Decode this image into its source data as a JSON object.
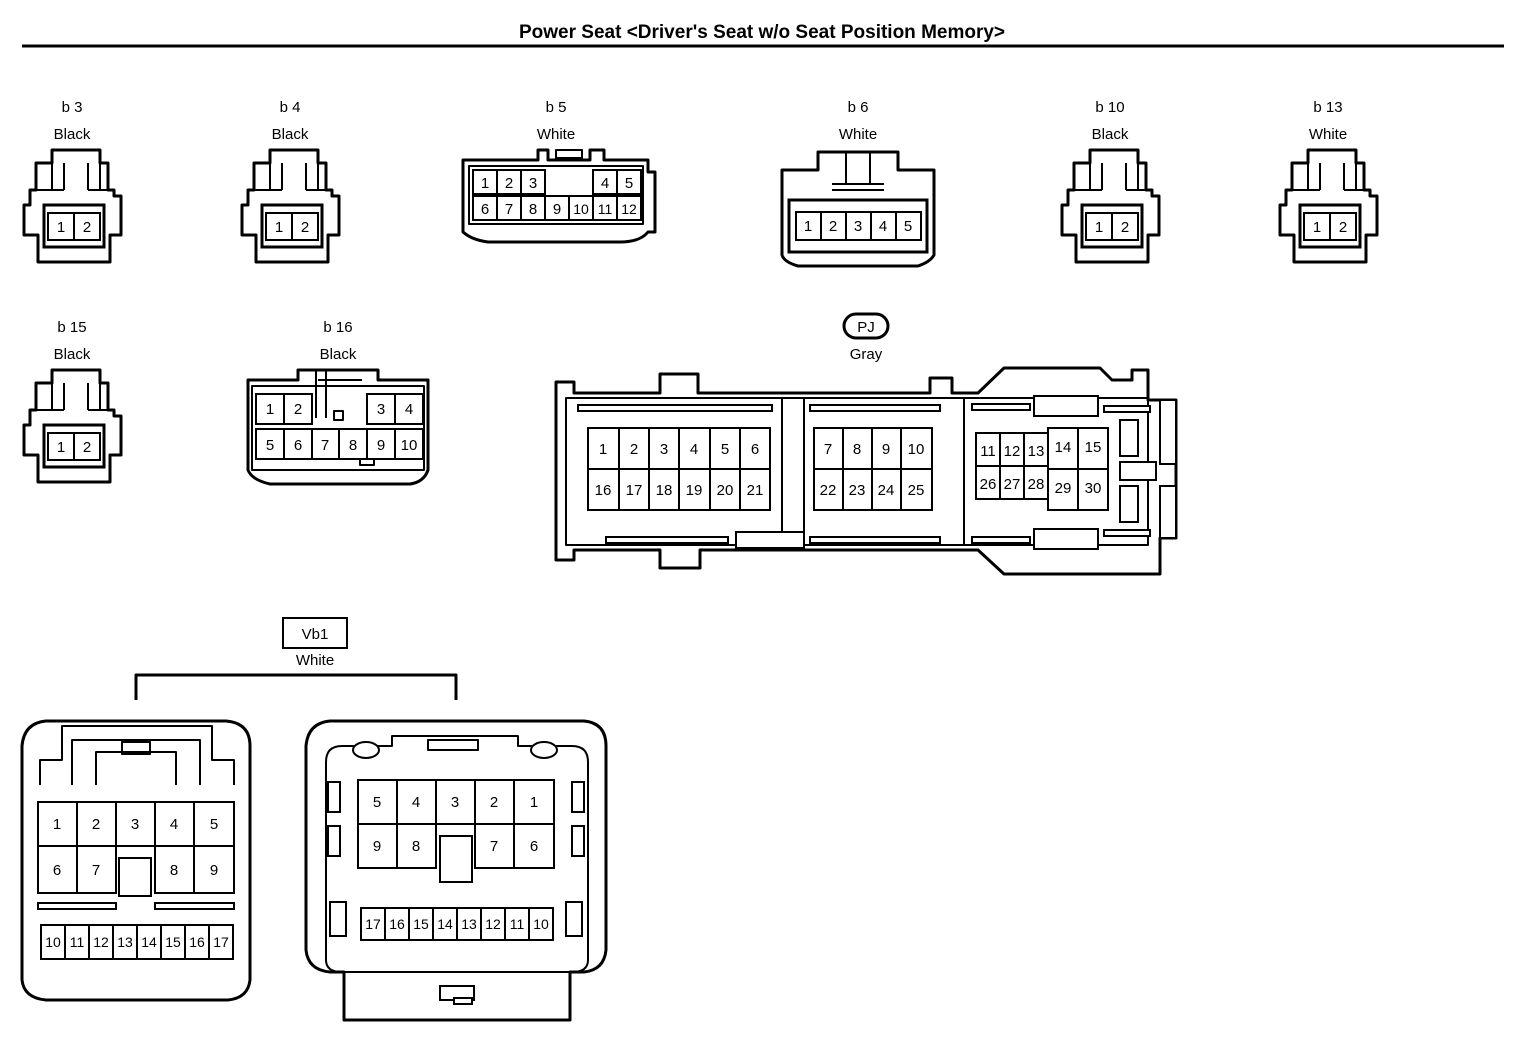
{
  "title": "Power Seat <Driver's Seat w/o Seat Position Memory>",
  "connectors": {
    "b3": {
      "code": "b 3",
      "color": "Black",
      "pins": [
        "1",
        "2"
      ]
    },
    "b4": {
      "code": "b 4",
      "color": "Black",
      "pins": [
        "1",
        "2"
      ]
    },
    "b5": {
      "code": "b 5",
      "color": "White",
      "pins": [
        "1",
        "2",
        "3",
        "4",
        "5",
        "6",
        "7",
        "8",
        "9",
        "10",
        "11",
        "12"
      ]
    },
    "b6": {
      "code": "b 6",
      "color": "White",
      "pins": [
        "1",
        "2",
        "3",
        "4",
        "5"
      ]
    },
    "b10": {
      "code": "b 10",
      "color": "Black",
      "pins": [
        "1",
        "2"
      ]
    },
    "b13": {
      "code": "b 13",
      "color": "White",
      "pins": [
        "1",
        "2"
      ]
    },
    "b15": {
      "code": "b 15",
      "color": "Black",
      "pins": [
        "1",
        "2"
      ]
    },
    "b16": {
      "code": "b 16",
      "color": "Black",
      "pins": [
        "1",
        "2",
        "3",
        "4",
        "5",
        "6",
        "7",
        "8",
        "9",
        "10"
      ]
    },
    "PJ": {
      "code": "PJ",
      "color": "Gray",
      "pins": [
        "1",
        "2",
        "3",
        "4",
        "5",
        "6",
        "7",
        "8",
        "9",
        "10",
        "11",
        "12",
        "13",
        "14",
        "15",
        "16",
        "17",
        "18",
        "19",
        "20",
        "21",
        "22",
        "23",
        "24",
        "25",
        "26",
        "27",
        "28",
        "29",
        "30"
      ]
    },
    "Vb1": {
      "code": "Vb1",
      "color": "White",
      "left_pins": [
        "1",
        "2",
        "3",
        "4",
        "5",
        "6",
        "7",
        "8",
        "9",
        "10",
        "11",
        "12",
        "13",
        "14",
        "15",
        "16",
        "17"
      ],
      "right_pins": [
        "5",
        "4",
        "3",
        "2",
        "1",
        "9",
        "8",
        "7",
        "6",
        "17",
        "16",
        "15",
        "14",
        "13",
        "12",
        "11",
        "10"
      ]
    }
  }
}
